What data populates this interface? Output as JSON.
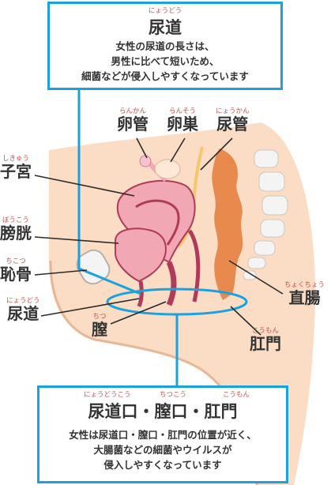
{
  "top_box": {
    "ruby": "にょうどう",
    "title": "尿道",
    "lines": [
      "女性の尿道の長さは、",
      "男性に比べて短いため、",
      "細菌などが侵入しやすくなっています"
    ]
  },
  "bottom_box": {
    "ruby_1": "にょうどうこう",
    "ruby_2": "ちつこう",
    "ruby_3": "こうもん",
    "title": "尿道口・膣口・肛門",
    "lines": [
      "女性は尿道口・膣口・肛門の位置が近く、",
      "大腸菌などの細菌やウイルスが",
      "侵入しやすくなっています"
    ]
  },
  "labels": {
    "ovary_duct": {
      "ruby": "らんかん",
      "text": "卵管"
    },
    "ovary": {
      "ruby": "らんそう",
      "text": "卵巣"
    },
    "ureter": {
      "ruby": "にょうかん",
      "text": "尿管"
    },
    "uterus": {
      "ruby": "しきゅう",
      "text": "子宮"
    },
    "bladder": {
      "ruby": "ぼうこう",
      "text": "膀胱"
    },
    "pubic_bone": {
      "ruby": "ちこつ",
      "text": "恥骨"
    },
    "urethra": {
      "ruby": "にょうどう",
      "text": "尿道"
    },
    "vagina": {
      "ruby": "ちつ",
      "text": "膣"
    },
    "rectum": {
      "ruby": "ちょくちょう",
      "text": "直腸"
    },
    "anus": {
      "ruby": "こうもん",
      "text": "肛門"
    }
  },
  "colors": {
    "accent_blue": "#1aa1e0",
    "skin": "#fbdcc4",
    "organ_pink": "#f2a7b4",
    "organ_dark": "#b03a5a",
    "rectum_orange": "#e8894e",
    "bone": "#f4f4f4"
  }
}
